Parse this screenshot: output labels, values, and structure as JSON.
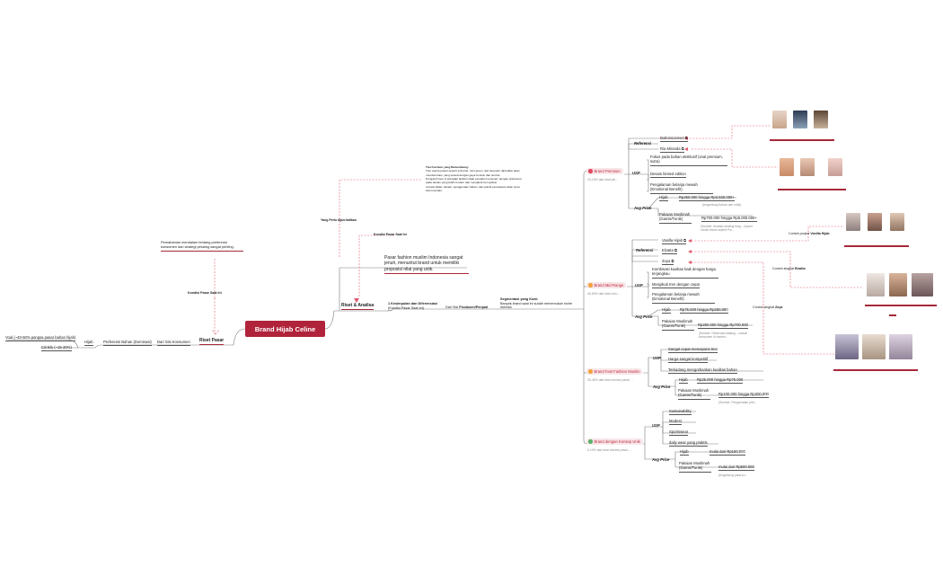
{
  "root": {
    "label": "Brand Hijab Celine"
  },
  "riset_pasar": {
    "label": "Riset Pasar",
    "kondisi_label": "Kondisi Pasar Saat Ini",
    "kondisi_text": "Pemahaman mendalam tentang preferensi konsumen dan strategi pesaing sangat penting.",
    "dari_sisi": "Dari Sisi Konsumen",
    "preferensi": "Preferensi Bahan (Dominasi)",
    "hijab": "Hijab",
    "voal": "Voal (~40-50% pangsa pasar bahan hijab)",
    "crinkle": "Crinkle (~15-20%)"
  },
  "riset_analisa": {
    "label": "Riset & Analisa",
    "yang_perlu": "Yang Perlu diperhatikan",
    "tren_title": "Tren Fashion yang Berkembang:",
    "tren_items": [
      "Tren warna pastel seperti soft pink, mint green, dan lavender diprediksi akan mendominasi, yang sesuai dengan gaya feminin dan lembut.",
      "Pengaruh Gen Z terhadap fashion hijab semakin menonjol, dengan preferensi pada desain yang lebih modern dan mengikuti tren global.",
      "Inovasi dalam desain, penggunaan bahan, dan teknik pemasaran akan terus bermunculan."
    ],
    "kondisi_label": "Kondisi Pasar Saat Ini",
    "kondisi_text": "Pasar fashion muslim Indonesia sangat jenuh, menuntut brand untuk memiliki proposisi nilai yang unik.",
    "kesimpulan": "1 Kesimpulan dan Diferensiasi",
    "kesimpulan_sub": "(Kondisi Pasar Saat Ini)",
    "dari_sisi_a": "Dari Sisi ",
    "dari_sisi_b": "Produsen/Penjual",
    "segmentasi_title": "Segmentasi yang Kuat:",
    "segmentasi_text": "Banyak brand saat ini sudah menemukan niche mereka"
  },
  "premium": {
    "label": "Brand Premium",
    "sub": "10-15% dari total pel...",
    "referensi": "Referensi",
    "refs": [
      "Buttonscarves",
      "Ria Miranda"
    ],
    "usp": "USP",
    "usps": [
      "Fokus pada bahan eksklusif (voal premium, sutra)",
      "Desain limited edition",
      "Pengalaman belanja mewah (Emotional Benefit)"
    ],
    "avg": "Avg Price",
    "hijab": "Hijab",
    "hijab_price": "Rp250.000 hingga Rp3.500.000+",
    "hijab_note": "(tergantung bahan dan edisi)",
    "pakaian": "Pakaian Muslimah (Gamis/Tunik)",
    "pakaian_price": "Rp700.000 hingga Rp5.000.000+",
    "pakaian_note": "(Sumber: Analisis strategi harg... lipsum media bisnis seperti Pur..."
  },
  "mid": {
    "label": "Brand Mid-Range",
    "sub": "40-50% dari total volu...",
    "referensi": "Referensi",
    "refs": [
      "Elzatta",
      "Zoya"
    ],
    "usp": "USP",
    "usps": [
      "Kombinasi kualitas baik dengan harga terjangkau",
      "Mengikuti tren dengan cepat",
      "Pengalaman belanja mewah (Emotional Benefit)"
    ],
    "avg": "Avg Price",
    "hijab": "Hijab",
    "hijab_price": "Rp75.000 hingga Rp250.000",
    "pakaian": "Pakaian Muslimah (Gamis/Tunik)",
    "pakaian_price": "Rp250.000 hingga Rp700.000",
    "pakaian_note": "(Sumber: Observasi katalog... ulasan konsumen di market..."
  },
  "fast": {
    "label": "Brand Fast Fashion Muslim",
    "sub": "30-40% dari total volume pasar ...",
    "usp": "USP",
    "usps": [
      "Sangat cepat merespons tren",
      "Harga sangat kompetitif",
      "Terkadang mengorbankan kualitas bahan"
    ],
    "avg": "Avg Price",
    "hijab": "Hijab",
    "hijab_price": "Rp25.000 hingga Rp75.000",
    "pakaian": "Pakaian Muslimah (Gamis/Tunik)",
    "pakaian_price": "Rp100.000 hingga Rp300.000",
    "pakaian_note": "(Sumber: Pengamatan prici..."
  },
  "unik": {
    "label": "Brand dengan Konsep Unik",
    "sub": "5-10% dari total volume pasar ...",
    "usp": "USP",
    "usps": [
      "Sustainability",
      "Modest",
      "Sportswear",
      "daily wear yang praktis"
    ],
    "avg": "Avg Price",
    "hijab": "Hijab",
    "hijab_price": "mulai dari Rp150.000",
    "pakaian": "Pakaian Muslimah (Gamis/Tunik)",
    "pakaian_price": "mulai dari Rp500.000",
    "pakaian_note": "(tergantung pada ko..."
  },
  "vanilla": {
    "label": "Vanilla Hijab",
    "contoh_a": "Contoh project ",
    "contoh_b": "Vanilla Hijab"
  },
  "elzatta": {
    "contoh_a": "Contoh singkat ",
    "contoh_b": "Elzatta"
  },
  "zoya": {
    "contoh_a": "Contoh singkat ",
    "contoh_b": "Zoya"
  },
  "colors": {
    "accent": "#b0233a",
    "link": "#e05a6e",
    "line": "#7a7a7a",
    "pill_bg": "#f8e6e9"
  },
  "icons": [
    "external-link-icon",
    "status-dot-icon"
  ]
}
